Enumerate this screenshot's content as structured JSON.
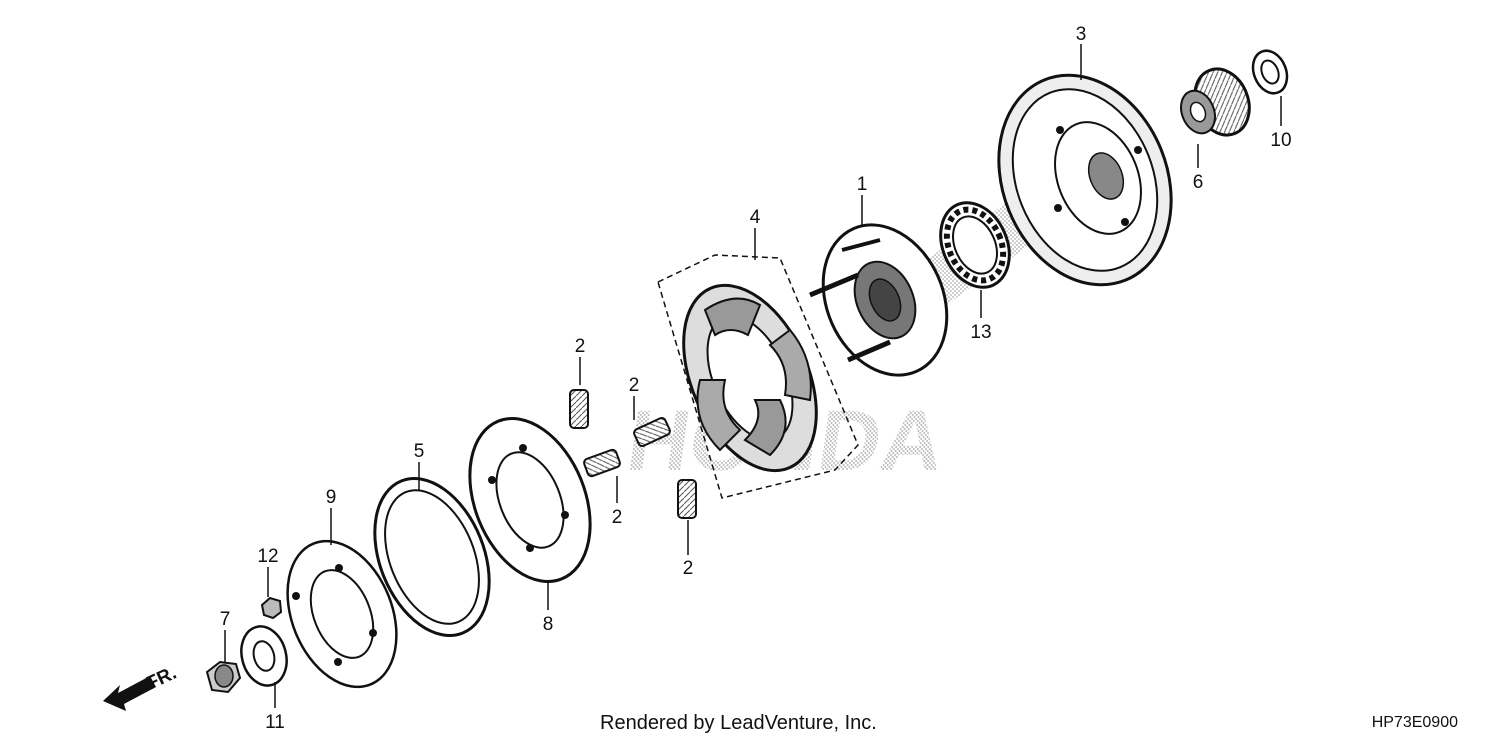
{
  "diagram": {
    "brand_watermark": "HONDA",
    "direction_marker": "FR.",
    "part_numbers": [
      "1",
      "2",
      "2",
      "2",
      "2",
      "3",
      "4",
      "5",
      "6",
      "7",
      "8",
      "9",
      "10",
      "11",
      "12",
      "13"
    ],
    "credit": "Rendered by LeadVenture, Inc.",
    "diagram_code": "HP73E0900"
  }
}
